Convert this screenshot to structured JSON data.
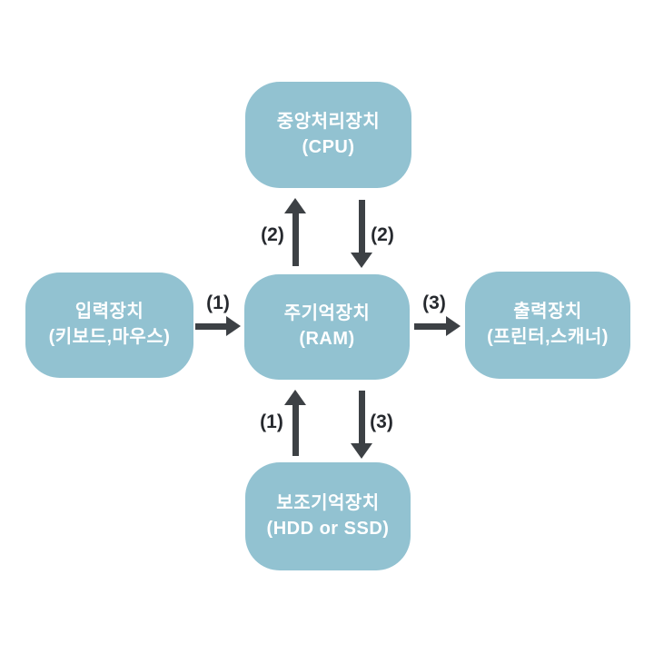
{
  "colors": {
    "background": "#ffffff",
    "node_fill": "#92c2d1",
    "node_text": "#ffffff",
    "arrow": "#3d4145",
    "edge_label_text": "#26292e"
  },
  "nodes": {
    "cpu": {
      "line1": "중앙처리장치",
      "line2": "(CPU)"
    },
    "ram": {
      "line1": "주기억장치",
      "line2": "(RAM)"
    },
    "input": {
      "line1": "입력장치",
      "line2": "(키보드,마우스)"
    },
    "output": {
      "line1": "출력장치",
      "line2": "(프린터,스캐너)"
    },
    "storage": {
      "line1": "보조기억장치",
      "line2": "(HDD or SSD)"
    }
  },
  "edge_labels": {
    "input_to_ram": "(1)",
    "storage_to_ram": "(1)",
    "ram_to_cpu": "(2)",
    "cpu_to_ram": "(2)",
    "ram_to_output": "(3)",
    "ram_to_storage": "(3)"
  }
}
